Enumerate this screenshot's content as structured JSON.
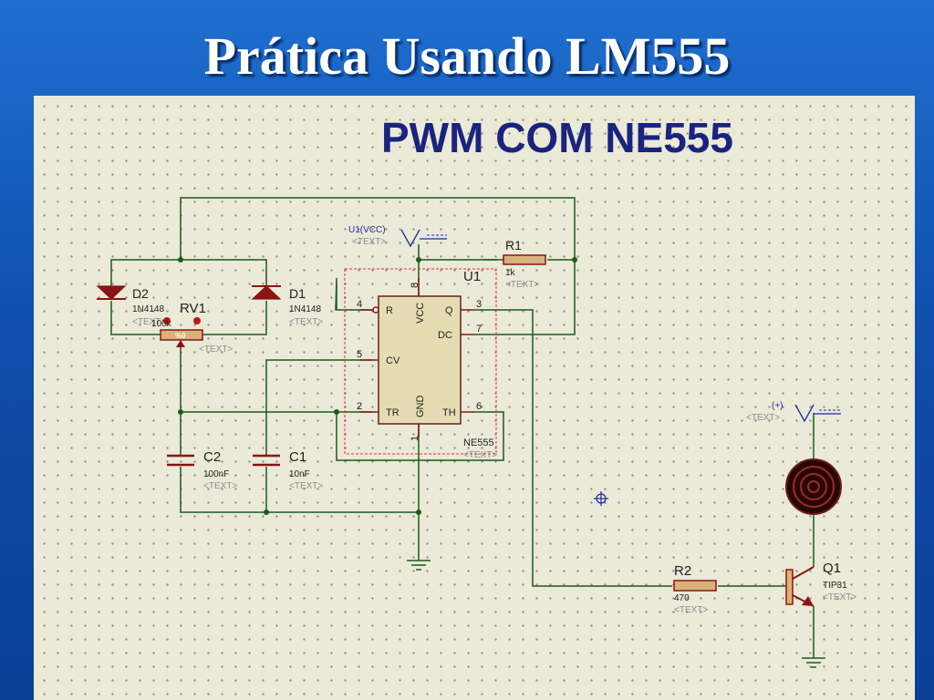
{
  "slide": {
    "title": "Prática Usando LM555"
  },
  "schematic": {
    "heading": "PWM COM NE555",
    "colors": {
      "wire": "#1d5a1d",
      "component": "#8a1515",
      "label_blue": "#1a2aa8",
      "text_grey": "#8c8c8c",
      "heading": "#1a237e"
    },
    "components": {
      "u1": {
        "ref": "U1",
        "value": "NE555",
        "text": "<TEXT>",
        "pins": {
          "r": "R",
          "vcc": "VCC",
          "q": "Q",
          "dc": "DC",
          "cv": "CV",
          "tr": "TR",
          "gnd": "GND",
          "th": "TH"
        },
        "pin_numbers": {
          "p4": "4",
          "p8": "8",
          "p3": "3",
          "p7": "7",
          "p5": "5",
          "p2": "2",
          "p1": "1",
          "p6": "6"
        }
      },
      "r1": {
        "ref": "R1",
        "value": "1k",
        "text": "<TEXT>"
      },
      "r2": {
        "ref": "R2",
        "value": "470",
        "text": "<TEXT>"
      },
      "d1": {
        "ref": "D1",
        "value": "1N4148",
        "text": "<TEXT>"
      },
      "d2": {
        "ref": "D2",
        "value": "1N4148",
        "text": "<TEXT>"
      },
      "rv1": {
        "ref": "RV1",
        "value": "100k",
        "text": "<TEXT>",
        "wiper": "%0"
      },
      "c1": {
        "ref": "C1",
        "value": "10nF",
        "text": "<TEXT>"
      },
      "c2": {
        "ref": "C2",
        "value": "100nF",
        "text": "<TEXT>"
      },
      "q1": {
        "ref": "Q1",
        "value": "TIP31",
        "text": "<TEXT>"
      }
    },
    "terminals": {
      "vcc": {
        "label": "U1(VCC)",
        "text": "<TEXT>"
      },
      "motor_pos": {
        "label": "(+)",
        "text": "<TEXT>"
      }
    }
  }
}
